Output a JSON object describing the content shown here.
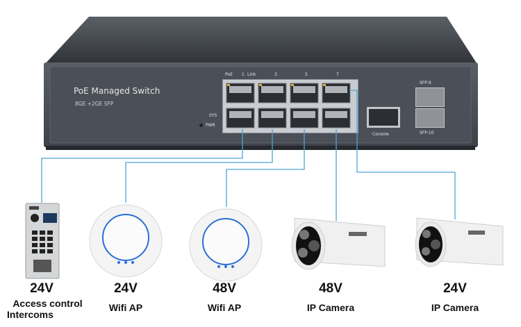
{
  "switch": {
    "name": "PoE Managed Switch",
    "spec": "8GE +2GE SFP",
    "port_header": {
      "poe": "PoE",
      "p1": "1",
      "link": "Link",
      "p3": "3",
      "p5": "5",
      "p7": "7"
    },
    "led_sys": "SYS",
    "led_pwr": "PWR",
    "console": "Console",
    "sfp9": "SFP-9",
    "sfp10": "SFP-10"
  },
  "devices": [
    {
      "voltage": "24V",
      "label_line1": "Access control",
      "label_line2": "Intercoms",
      "icon": "intercom-panel-icon"
    },
    {
      "voltage": "24V",
      "label_line1": "Wifi AP",
      "icon": "wifi-ap-icon"
    },
    {
      "voltage": "48V",
      "label_line1": "Wifi AP",
      "icon": "wifi-ap-icon"
    },
    {
      "voltage": "48V",
      "label_line1": "IP Camera",
      "icon": "bullet-camera-icon"
    },
    {
      "voltage": "24V",
      "label_line1": "IP Camera",
      "icon": "bullet-camera-icon"
    }
  ],
  "colors": {
    "cable": "#4aa3d6",
    "chassis": "#3e4349",
    "panel": "#4b5058"
  }
}
